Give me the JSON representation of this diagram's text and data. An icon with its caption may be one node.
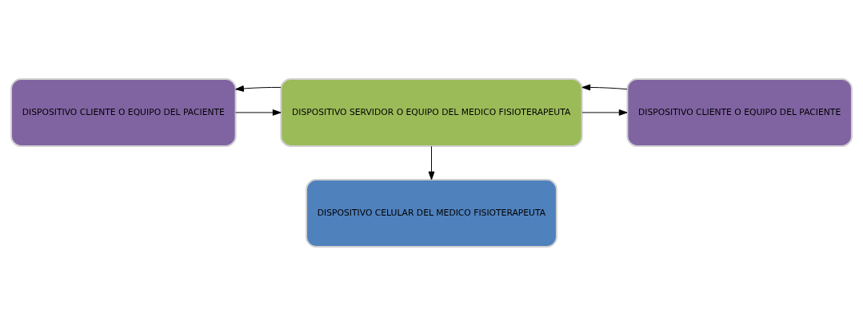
{
  "diagram": {
    "nodes": [
      {
        "text": [
          "DISPOSITIVO CLIENTE O EQUIPO DEL PACIENTE"
        ]
      },
      {
        "text": [
          "DISPOSITIVO SERVIDOR O EQUIPO DEL MEDICO FISIOTERAPEUTA"
        ]
      },
      {
        "text": [
          "DISPOSITIVO CLIENTE O EQUIPO DEL PACIENTE"
        ]
      },
      {
        "text": [
          "DISPOSITIVO CELULAR DEL MEDICO FISIOTERAPEUTA"
        ]
      }
    ],
    "edges": [
      {
        "from": 0,
        "to": 1,
        "arrow": "to"
      },
      {
        "from": 1,
        "to": 0,
        "arrow": "to"
      },
      {
        "from": 1,
        "to": 2,
        "arrow": "to"
      },
      {
        "from": 2,
        "to": 1,
        "arrow": "to"
      },
      {
        "from": 1,
        "to": 3,
        "arrow": "to"
      }
    ]
  }
}
